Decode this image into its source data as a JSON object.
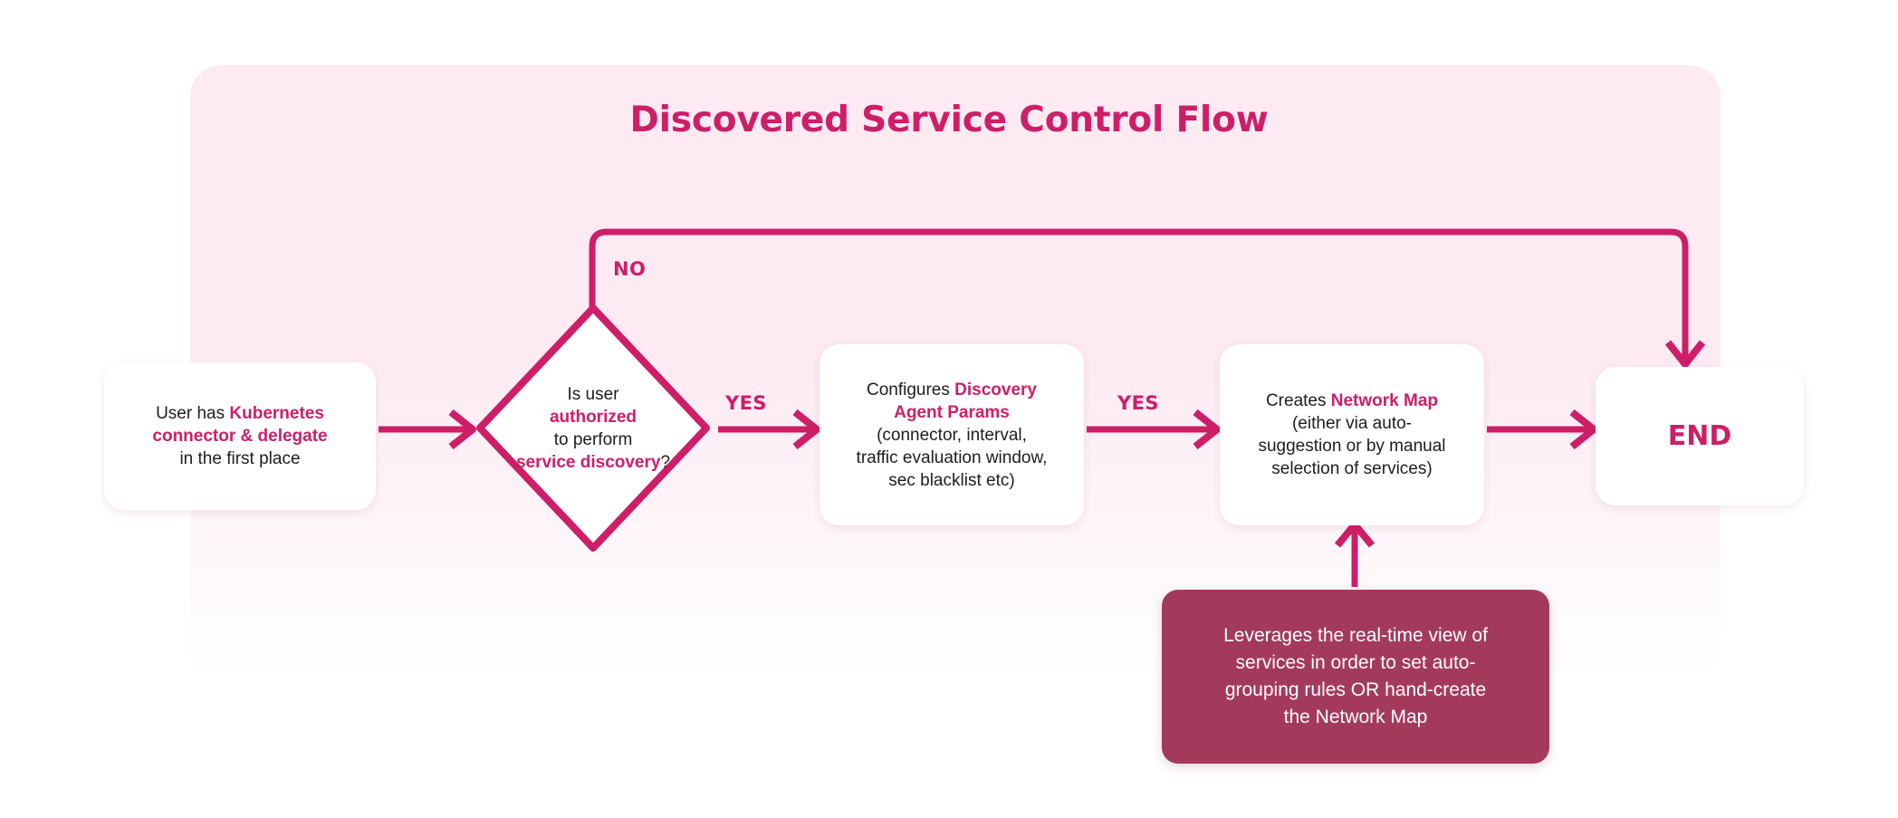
{
  "title": "Discovered Service Control Flow",
  "colors": {
    "accent": "#CE1E68",
    "panel_top": "#FDEAF3",
    "panel_bottom": "#FFFFFF",
    "note_bg": "#A33A5C",
    "node_bg": "#FFFFFF",
    "text": "#1D1D1F",
    "note_text": "#FFFFFF"
  },
  "chart_data": {
    "type": "diagram",
    "title": "Discovered Service Control Flow",
    "nodes": [
      {
        "id": "start",
        "shape": "rounded-rect",
        "text": "User has Kubernetes connector & delegate in the first place",
        "segments": [
          {
            "text": "User has ",
            "highlight": false
          },
          {
            "text": "Kubernetes connector & delegate",
            "highlight": true
          },
          {
            "text": " in the first place",
            "highlight": false
          }
        ]
      },
      {
        "id": "decision",
        "shape": "diamond",
        "text": "Is user authorized to perform service discovery?",
        "segments": [
          {
            "text": "Is user ",
            "highlight": false
          },
          {
            "text": "authorized",
            "highlight": true
          },
          {
            "text": " to perform ",
            "highlight": false
          },
          {
            "text": "service discovery",
            "highlight": true
          },
          {
            "text": "?",
            "highlight": false
          }
        ]
      },
      {
        "id": "config",
        "shape": "rounded-rect",
        "text": "Configures Discovery Agent Params (connector, interval, traffic evaluation window, sec blacklist etc)",
        "segments": [
          {
            "text": "Configures ",
            "highlight": false
          },
          {
            "text": "Discovery Agent Params",
            "highlight": true
          },
          {
            "text": " (connector, interval, traffic evaluation window, sec blacklist etc)",
            "highlight": false
          }
        ]
      },
      {
        "id": "map",
        "shape": "rounded-rect",
        "text": "Creates Network Map (either via auto-suggestion or by manual selection of services)",
        "segments": [
          {
            "text": "Creates ",
            "highlight": false
          },
          {
            "text": "Network Map",
            "highlight": true
          },
          {
            "text": " (either via auto-suggestion or by manual selection of services)",
            "highlight": false
          }
        ]
      },
      {
        "id": "end",
        "shape": "rounded-rect",
        "text": "END"
      },
      {
        "id": "note",
        "shape": "rounded-rect-filled",
        "text": "Leverages the real-time view of services in order to set auto-grouping rules OR hand-create the Network Map"
      }
    ],
    "edges": [
      {
        "from": "start",
        "to": "decision",
        "label": ""
      },
      {
        "from": "decision",
        "to": "config",
        "label": "YES"
      },
      {
        "from": "decision",
        "to": "end",
        "label": "NO"
      },
      {
        "from": "config",
        "to": "map",
        "label": "YES"
      },
      {
        "from": "map",
        "to": "end",
        "label": ""
      },
      {
        "from": "note",
        "to": "map",
        "label": ""
      }
    ]
  },
  "nodes": {
    "start": {
      "line1_plain": "User has ",
      "line1_hl": "Kubernetes",
      "line2_hl": "connector & delegate",
      "line3_plain": "in the first place"
    },
    "decision": {
      "line1": "Is user",
      "line2_hl": "authorized",
      "line3": "to perform",
      "line4_hl": "service discovery",
      "line4_tail": "?"
    },
    "config": {
      "line1_plain": "Configures ",
      "line1_hl": "Discovery",
      "line2_hl": "Agent Params",
      "line3": "(connector, interval,",
      "line4": "traffic evaluation window,",
      "line5": "sec blacklist etc)"
    },
    "map": {
      "line1_plain": "Creates ",
      "line1_hl": "Network Map",
      "line2": "(either via auto-",
      "line3": "suggestion or by manual",
      "line4": "selection of services)"
    },
    "end": {
      "label": "END"
    },
    "note": {
      "line1": "Leverages the real-time view of",
      "line2": "services in order to set auto-",
      "line3": "grouping rules OR hand-create",
      "line4": "the Network Map"
    }
  },
  "edge_labels": {
    "no": "NO",
    "yes_1": "YES",
    "yes_2": "YES"
  }
}
